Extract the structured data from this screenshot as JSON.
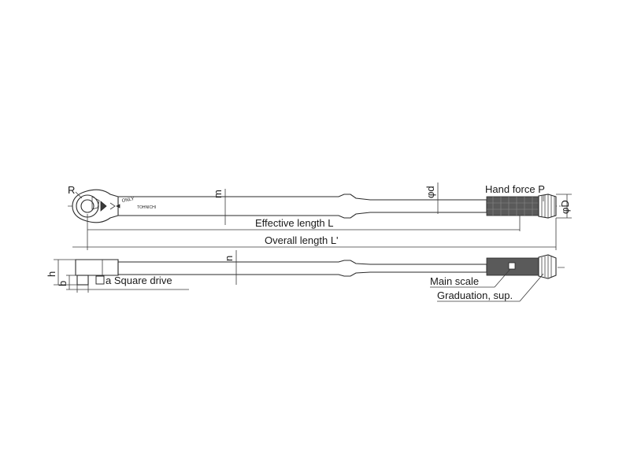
{
  "labels": {
    "R": "R",
    "m": "m",
    "phi_d": "φd",
    "hand_force": "Hand force P",
    "phi_D": "φD",
    "effective_length": "Effective length L",
    "overall_length": "Overall length L'",
    "n": "n",
    "h": "h",
    "b": "b",
    "square_drive": "a Square drive",
    "main_scale": "Main scale",
    "graduation": "Graduation, sup."
  },
  "head_markings": {
    "only": "ONLY",
    "brand": "TOHNICHI"
  }
}
